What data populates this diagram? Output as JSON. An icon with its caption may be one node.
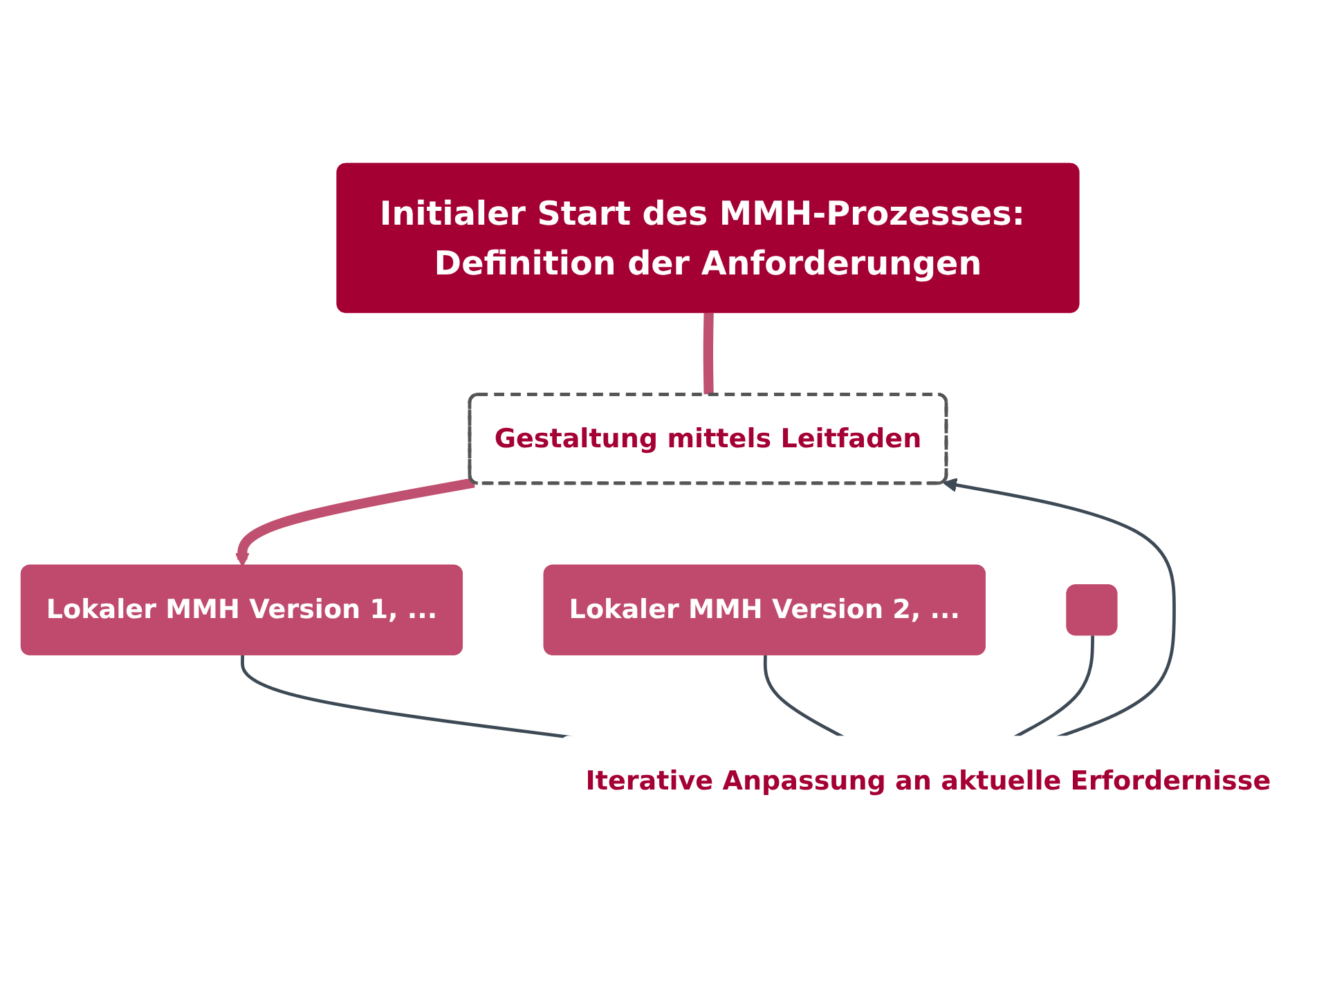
{
  "diagram": {
    "nodes": [
      {
        "text": [
          "Initialer Start des MMH-Prozesses: Definition der Anforderungen"
        ]
      },
      {
        "text": [
          "Gestaltung mittels Leitfaden"
        ]
      },
      {
        "text": [
          "Lokaler MMH Version 1, ..."
        ]
      },
      {
        "text": [
          "Lokaler MMH Version 2, ..."
        ]
      },
      {
        "text": [],
        "shape": "box"
      },
      {
        "text": [
          "Iterative Anpassung an aktuelle Erfordernisse"
        ]
      }
    ],
    "edges": [
      {
        "from": 0,
        "to": 1,
        "arrow": "none",
        "style": "thick",
        "color": "#c0506f"
      },
      {
        "from": 1,
        "to": 2,
        "arrow": "to",
        "style": "thick",
        "color": "#c0506f"
      },
      {
        "from": 2,
        "to": 5,
        "arrow": "none"
      },
      {
        "from": 3,
        "to": 5,
        "arrow": "none"
      },
      {
        "from": 4,
        "to": 5,
        "arrow": "none"
      },
      {
        "from": 5,
        "to": 1,
        "arrow": "to"
      }
    ]
  }
}
